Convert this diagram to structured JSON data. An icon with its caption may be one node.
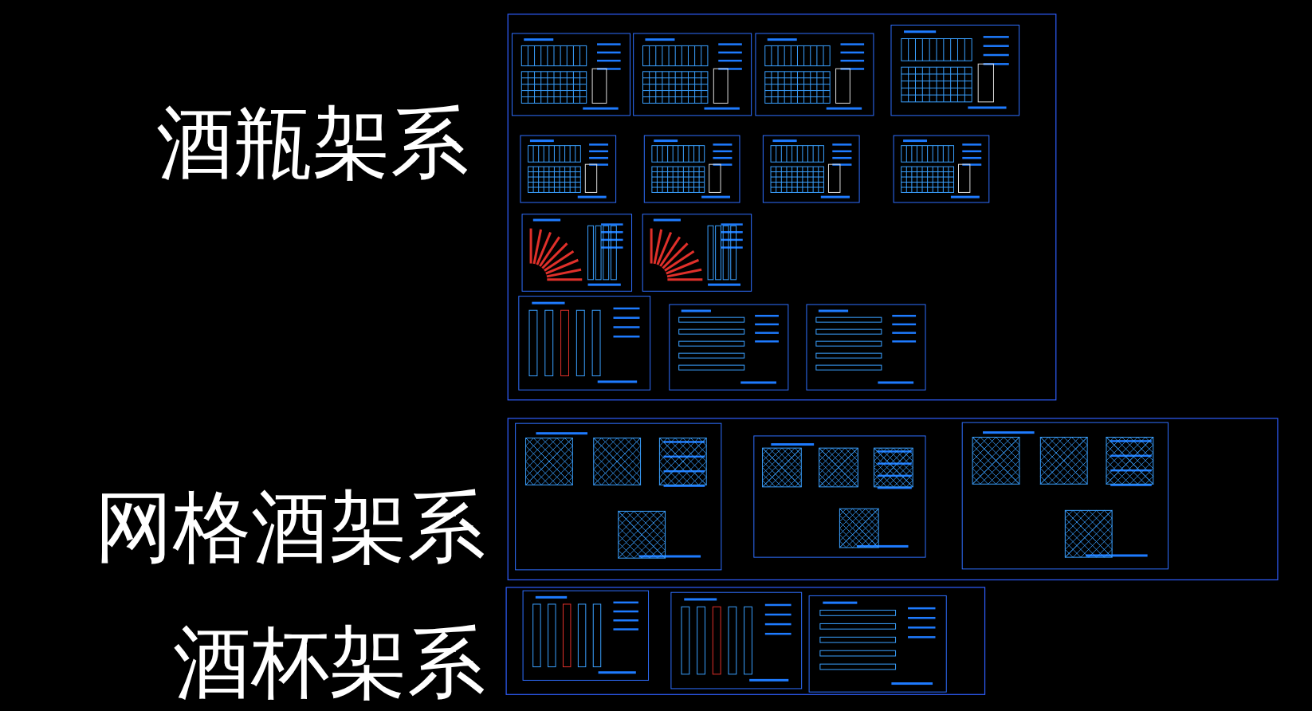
{
  "diagram": {
    "labels": [
      "酒瓶架系",
      "网格酒架系",
      "酒杯架系"
    ]
  }
}
